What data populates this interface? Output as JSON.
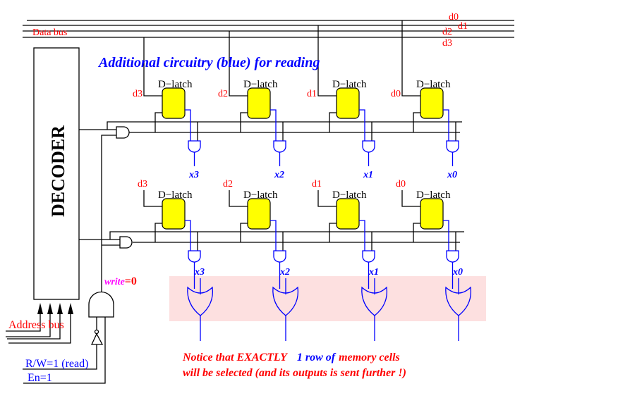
{
  "data_bus": {
    "label": "Data bus",
    "lines": [
      "d0",
      "d1",
      "d2",
      "d3"
    ]
  },
  "title": "Additional circuitry (blue) for reading",
  "decoder": {
    "label": "DECODER"
  },
  "latch_label": "D−latch",
  "columns": [
    {
      "data": "d3",
      "output": "x3"
    },
    {
      "data": "d2",
      "output": "x2"
    },
    {
      "data": "d1",
      "output": "x1"
    },
    {
      "data": "d0",
      "output": "x0"
    }
  ],
  "address_bus": {
    "label": "Address bus"
  },
  "write": {
    "name": "write",
    "value": "=0"
  },
  "rw": {
    "label": "R/W=1 (read)"
  },
  "en": {
    "label": "En=1"
  },
  "notice": {
    "line1_a": "Notice that EXACTLY",
    "line1_b": "1 row of",
    "line1_c": "memory cells",
    "line2": "will be selected (and its outputs is sent further !)"
  },
  "colors": {
    "latch_fill": "#ffff00",
    "highlight": "#fde0e0",
    "read_circuit": "#0000ff",
    "labels": "#ff0000",
    "write_label": "#ff00ff"
  }
}
